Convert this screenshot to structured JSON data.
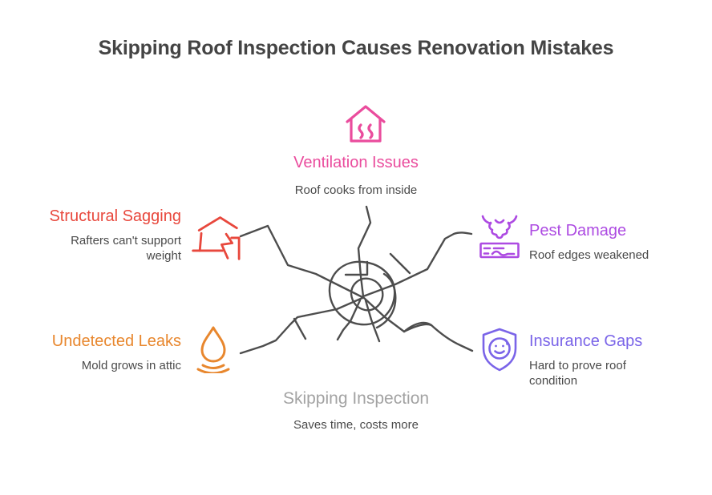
{
  "title": "Skipping Roof Inspection Causes Renovation Mistakes",
  "nodes": [
    {
      "id": "ventilation-issues",
      "label": "Ventilation Issues",
      "desc": "Roof cooks from inside",
      "color": "#ea4c9d",
      "icon": "house-steam-icon"
    },
    {
      "id": "structural-sagging",
      "label": "Structural Sagging",
      "desc": "Rafters can't support weight",
      "color": "#e8483d",
      "icon": "cracked-house-icon"
    },
    {
      "id": "pest-damage",
      "label": "Pest Damage",
      "desc": "Roof edges weakened",
      "color": "#ad4be2",
      "icon": "termite-plank-icon"
    },
    {
      "id": "undetected-leaks",
      "label": "Undetected Leaks",
      "desc": "Mold grows in attic",
      "color": "#e8872e",
      "icon": "water-droplet-icon"
    },
    {
      "id": "insurance-gaps",
      "label": "Insurance Gaps",
      "desc": "Hard to prove roof condition",
      "color": "#7a64e8",
      "icon": "shield-face-icon"
    }
  ],
  "center": {
    "label": "Skipping Inspection",
    "desc": "Saves time, costs more",
    "color": "#a3a3a3"
  },
  "colors": {
    "title_text": "#444444",
    "body_text": "#4a4a4a",
    "scribble": "#4d4d4d",
    "background": "#ffffff"
  }
}
